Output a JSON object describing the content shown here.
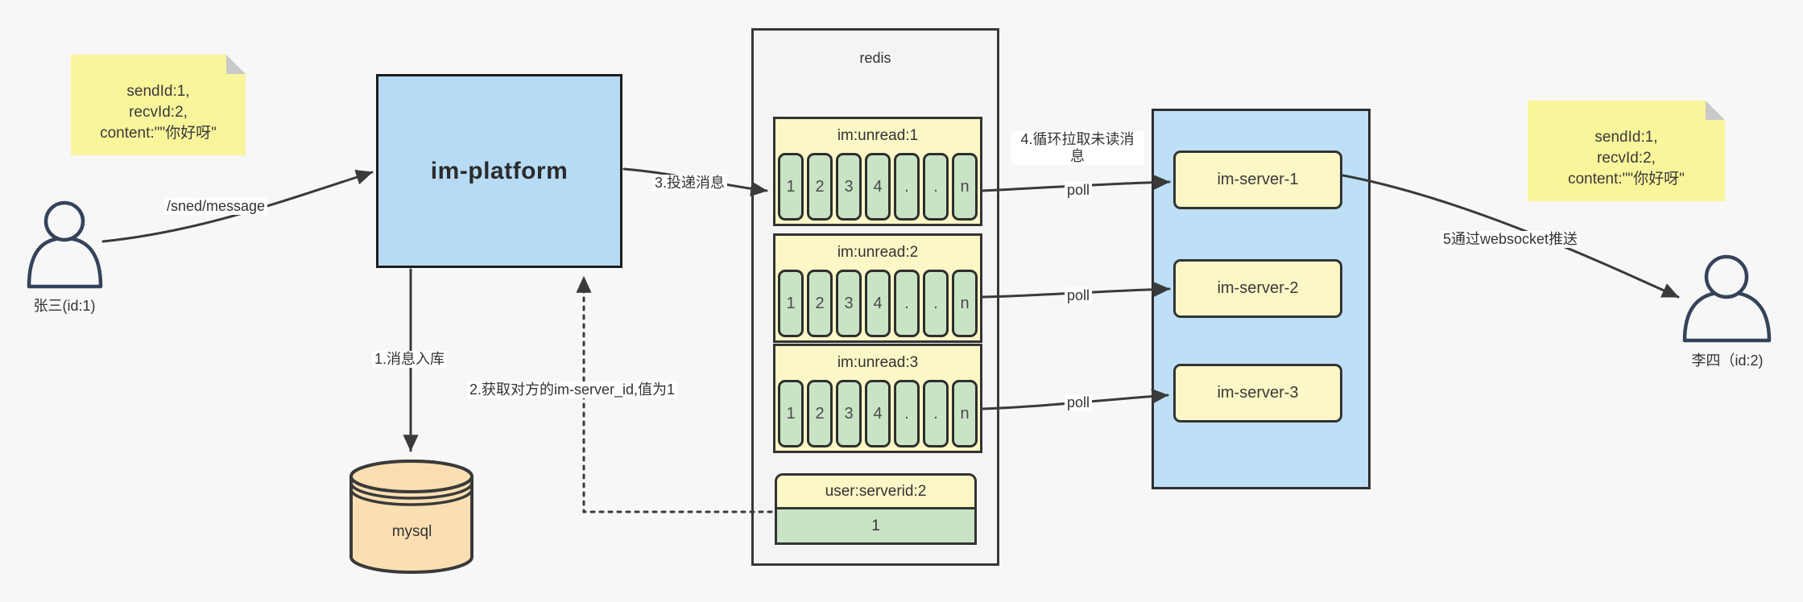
{
  "actors": {
    "sender": {
      "label": "张三(id:1)"
    },
    "receiver": {
      "label": "李四（id:2)"
    }
  },
  "notes": {
    "left": {
      "lines": [
        "sendId:1,",
        "recvId:2,",
        "content:\"\"你好呀\""
      ]
    },
    "right": {
      "lines": [
        "sendId:1,",
        "recvId:2,",
        "content:\"\"你好呀\""
      ]
    }
  },
  "platform": {
    "title": "im-platform"
  },
  "mysql": {
    "label": "mysql"
  },
  "redis": {
    "title": "redis",
    "queues": [
      {
        "header": "im:unread:1",
        "cells": [
          "1",
          "2",
          "3",
          "4",
          ".",
          ".",
          "n"
        ]
      },
      {
        "header": "im:unread:2",
        "cells": [
          "1",
          "2",
          "3",
          "4",
          ".",
          ".",
          "n"
        ]
      },
      {
        "header": "im:unread:3",
        "cells": [
          "1",
          "2",
          "3",
          "4",
          ".",
          ".",
          "n"
        ]
      }
    ],
    "server_map": {
      "header": "user:serverid:2",
      "value": "1"
    }
  },
  "cluster": {
    "servers": [
      {
        "label": "im-server-1"
      },
      {
        "label": "im-server-2"
      },
      {
        "label": "im-server-3"
      }
    ]
  },
  "edges": {
    "send": "/sned/message",
    "step1": "1.消息入库",
    "step2": "2.获取对方的im-server_id,值为1",
    "step3": "3.投递消息",
    "step4": "4.循环拉取未读消息",
    "step5": "5通过websocket推送",
    "poll": "poll"
  },
  "colors": {
    "background": "#F7F7F7",
    "platform_blue": "#B7DBF4",
    "cluster_blue": "#BEE0F6",
    "sticky_yellow": "#F9F59B",
    "box_yellow": "#FCF7C6",
    "cell_green": "#C8E4C5",
    "mysql_tan": "#FBDFB2",
    "line_dark": "#3a3a3a"
  }
}
